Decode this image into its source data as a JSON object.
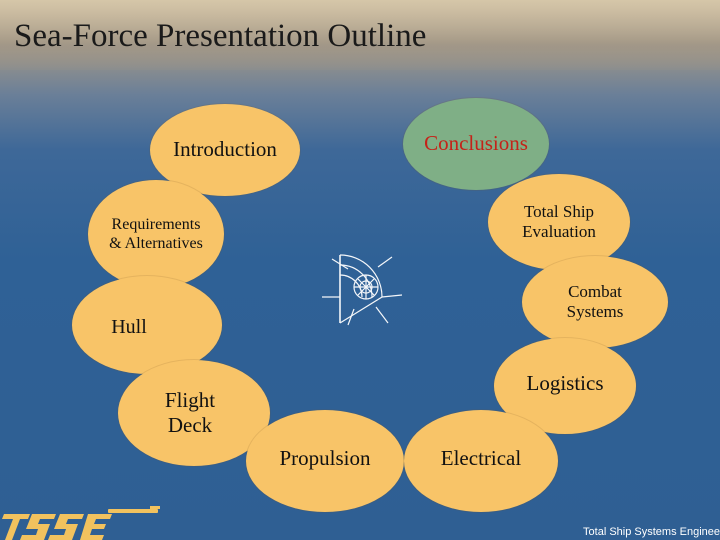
{
  "slide": {
    "title": "Sea-Force Presentation Outline",
    "footer": "Total Ship Systems Enginee",
    "logo_text": "TSSE"
  },
  "topics": [
    {
      "label": "Introduction",
      "state": "pending"
    },
    {
      "label": "Conclusions",
      "state": "highlighted"
    },
    {
      "label": "Requirements\n& Alternatives",
      "state": "pending"
    },
    {
      "label": "Total Ship\nEvaluation",
      "state": "pending"
    },
    {
      "label": "Combat\nSystems",
      "state": "pending"
    },
    {
      "label": "Hull",
      "state": "pending"
    },
    {
      "label": "Logistics",
      "state": "pending"
    },
    {
      "label": "Flight\nDeck",
      "state": "pending"
    },
    {
      "label": "Propulsion",
      "state": "pending"
    },
    {
      "label": "Electrical",
      "state": "pending"
    }
  ],
  "colors": {
    "bubble": "#f8c468",
    "highlight_bubble": "#7faf86",
    "highlight_text": "#c52218",
    "background": "#2f6196"
  },
  "icons": [
    "compass-rose-icon",
    "tsse-logo"
  ]
}
